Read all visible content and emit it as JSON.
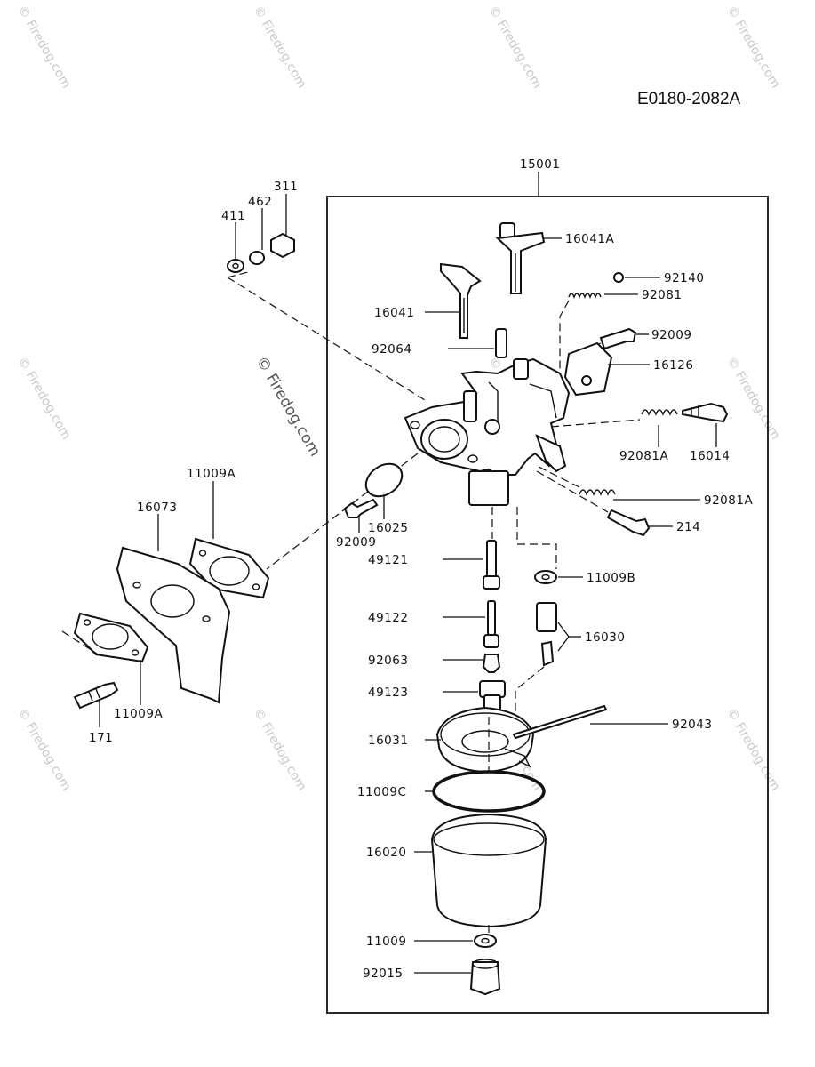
{
  "diagram_code": "E0180-2082A",
  "watermark_text": "© Firedog.com",
  "part_labels": {
    "p15001": "15001",
    "p311": "311",
    "p462": "462",
    "p411": "411",
    "p16041A": "16041A",
    "p92140": "92140",
    "p92081": "92081",
    "p16041": "16041",
    "p92009a": "92009",
    "p92064": "92064",
    "p16126": "16126",
    "p92081A_a": "92081A",
    "p16014": "16014",
    "p11009A_a": "11009A",
    "p16073": "16073",
    "p92081A_b": "92081A",
    "p16025": "16025",
    "p214": "214",
    "p92009b": "92009",
    "p49121": "49121",
    "p11009B": "11009B",
    "p16030": "16030",
    "p49122": "49122",
    "p92063": "92063",
    "p49123": "49123",
    "p92043": "92043",
    "p11009A_b": "11009A",
    "p171": "171",
    "p16031": "16031",
    "p11009C": "11009C",
    "p16020": "16020",
    "p11009": "11009",
    "p92015": "92015"
  }
}
